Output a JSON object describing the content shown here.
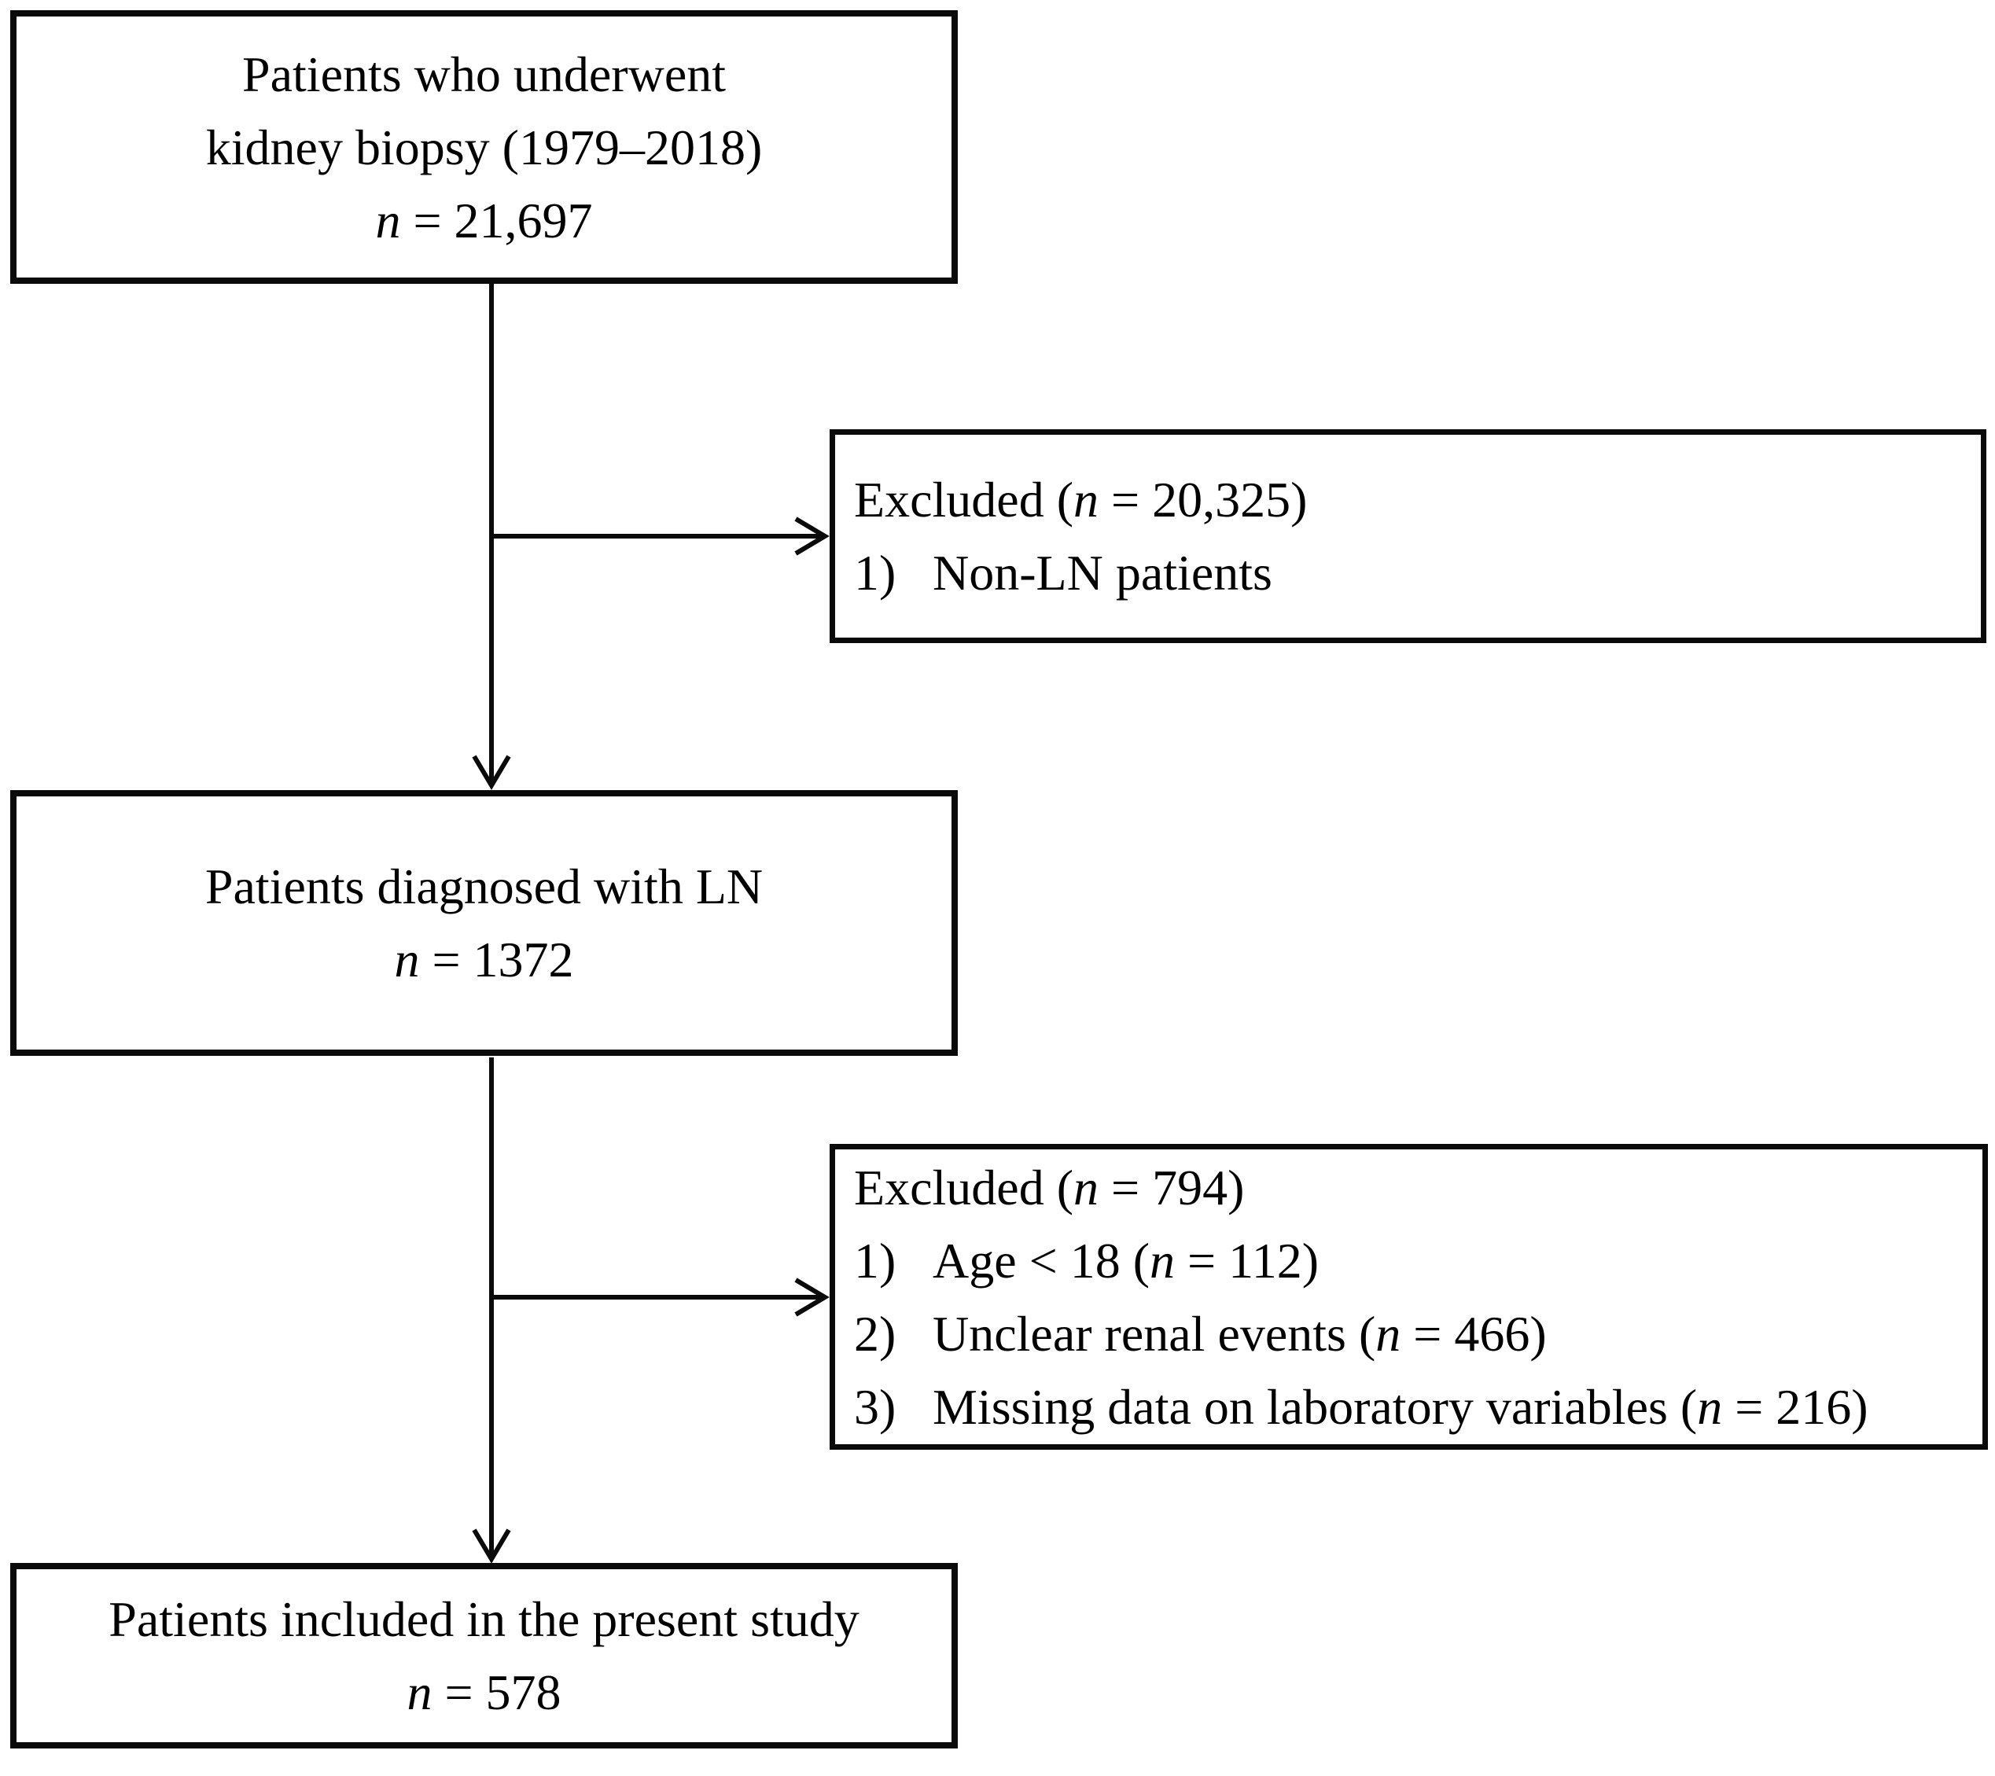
{
  "figure": {
    "type": "patient-selection-flowchart",
    "background_color": "#ffffff",
    "line_color": "#0a0a0a",
    "boxes": [
      {
        "key": "biopsy",
        "role": "population",
        "lines": [
          {
            "segs": [
              {
                "t": "Patients who underwent"
              }
            ]
          },
          {
            "segs": [
              {
                "t": "kidney biopsy (1979–2018)"
              }
            ]
          },
          {
            "segs": [
              {
                "t": "n",
                "italic": true
              },
              {
                "t": " = 21,697"
              }
            ]
          }
        ]
      },
      {
        "key": "excluded-1",
        "role": "exclusion",
        "lines": [
          {
            "segs": [
              {
                "t": "Excluded ("
              },
              {
                "t": "n",
                "italic": true
              },
              {
                "t": " = 20,325)"
              }
            ]
          },
          {
            "marker": "1)",
            "segs": [
              {
                "t": "Non-LN patients"
              }
            ]
          }
        ]
      },
      {
        "key": "ln",
        "role": "population",
        "lines": [
          {
            "segs": [
              {
                "t": "Patients diagnosed with LN"
              }
            ]
          },
          {
            "segs": [
              {
                "t": "n",
                "italic": true
              },
              {
                "t": " = 1372"
              }
            ]
          }
        ]
      },
      {
        "key": "excluded-2",
        "role": "exclusion",
        "lines": [
          {
            "segs": [
              {
                "t": "Excluded ("
              },
              {
                "t": "n",
                "italic": true
              },
              {
                "t": " = 794)"
              }
            ]
          },
          {
            "marker": "1)",
            "segs": [
              {
                "t": "Age < 18 ("
              },
              {
                "t": "n",
                "italic": true
              },
              {
                "t": " = 112)"
              }
            ]
          },
          {
            "marker": "2)",
            "segs": [
              {
                "t": "Unclear renal events ("
              },
              {
                "t": "n",
                "italic": true
              },
              {
                "t": " = 466)"
              }
            ]
          },
          {
            "marker": "3)",
            "segs": [
              {
                "t": "Missing data on laboratory variables ("
              },
              {
                "t": "n",
                "italic": true
              },
              {
                "t": " = 216)"
              }
            ]
          }
        ]
      },
      {
        "key": "included",
        "role": "population",
        "lines": [
          {
            "segs": [
              {
                "t": "Patients included in the present study"
              }
            ]
          },
          {
            "segs": [
              {
                "t": "n",
                "italic": true
              },
              {
                "t": " = 578"
              }
            ]
          }
        ]
      }
    ],
    "arrows": [
      {
        "from": "biopsy",
        "to": "ln",
        "direction": "down"
      },
      {
        "from": "biopsy-ln-connector",
        "to": "excluded-1",
        "direction": "right"
      },
      {
        "from": "ln",
        "to": "included",
        "direction": "down"
      },
      {
        "from": "ln-included-connector",
        "to": "excluded-2",
        "direction": "right"
      }
    ]
  }
}
